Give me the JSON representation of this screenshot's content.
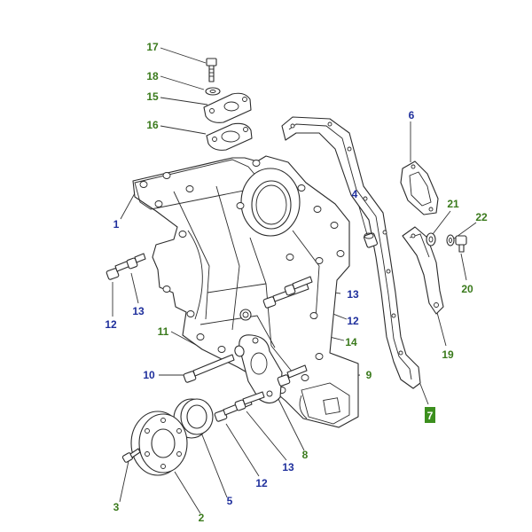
{
  "colors": {
    "blue": "#1f2f9c",
    "green": "#3a7a1c",
    "badge_bg": "#3c8f1e",
    "badge_text": "#ffffff",
    "line": "#2b2b2b"
  },
  "callouts": [
    {
      "id": "c1",
      "label": "1",
      "color": "blue"
    },
    {
      "id": "c2",
      "label": "2",
      "color": "green"
    },
    {
      "id": "c3",
      "label": "3",
      "color": "green"
    },
    {
      "id": "c4",
      "label": "4",
      "color": "blue"
    },
    {
      "id": "c5",
      "label": "5",
      "color": "blue"
    },
    {
      "id": "c6",
      "label": "6",
      "color": "blue"
    },
    {
      "id": "c7",
      "label": "7",
      "color": "badge"
    },
    {
      "id": "c8",
      "label": "8",
      "color": "green"
    },
    {
      "id": "c9",
      "label": "9",
      "color": "green"
    },
    {
      "id": "c10",
      "label": "10",
      "color": "blue"
    },
    {
      "id": "c11",
      "label": "11",
      "color": "green"
    },
    {
      "id": "c12a",
      "label": "12",
      "color": "blue"
    },
    {
      "id": "c12b",
      "label": "12",
      "color": "blue"
    },
    {
      "id": "c12c",
      "label": "12",
      "color": "blue"
    },
    {
      "id": "c13a",
      "label": "13",
      "color": "blue"
    },
    {
      "id": "c13b",
      "label": "13",
      "color": "blue"
    },
    {
      "id": "c13c",
      "label": "13",
      "color": "blue"
    },
    {
      "id": "c14",
      "label": "14",
      "color": "green"
    },
    {
      "id": "c15",
      "label": "15",
      "color": "green"
    },
    {
      "id": "c16",
      "label": "16",
      "color": "green"
    },
    {
      "id": "c17",
      "label": "17",
      "color": "green"
    },
    {
      "id": "c18",
      "label": "18",
      "color": "green"
    },
    {
      "id": "c19",
      "label": "19",
      "color": "green"
    },
    {
      "id": "c20",
      "label": "20",
      "color": "green"
    },
    {
      "id": "c21",
      "label": "21",
      "color": "green"
    },
    {
      "id": "c22",
      "label": "22",
      "color": "green"
    }
  ]
}
